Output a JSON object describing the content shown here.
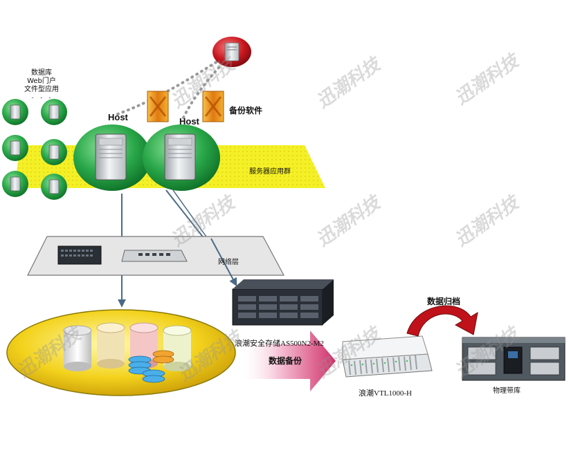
{
  "labels": {
    "db_line1": "数据库",
    "db_line2": "Web门户",
    "db_line3": "文件型应用",
    "host_left": "Host",
    "host_right": "Host",
    "backup_software": "备份软件",
    "server_cluster": "服务器应用群",
    "network_layer": "网络层",
    "storage_name": "浪潮安全存储AS500N2-M2",
    "data_backup": "数据备份",
    "vtl_name": "浪潮VTL1000-H",
    "data_archive": "数据归档",
    "tape_library": "物理带库"
  },
  "watermark": "迅潮科技",
  "colors": {
    "server_green": "#1e9a3c",
    "band_yellow": "#f2f01a",
    "software_orange": "#e08a1a",
    "archive_red": "#c0121a",
    "network_gray": "#e6e6e6",
    "connector_blue": "#4a6a86",
    "arrow_pink": "#d0306a"
  }
}
